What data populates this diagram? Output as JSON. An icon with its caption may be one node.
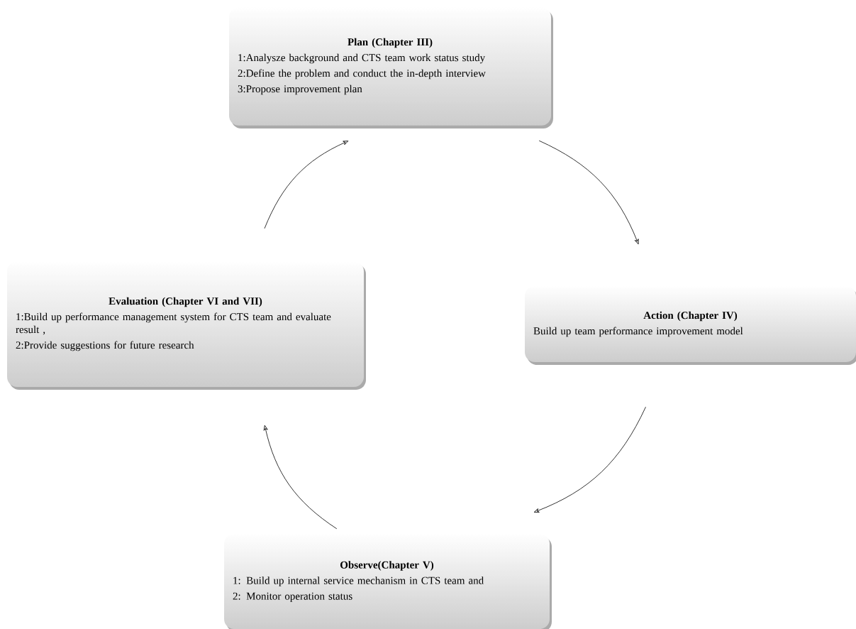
{
  "diagram": {
    "nodes": [
      {
        "text": [
          "Plan (Chapter III)",
          "1:Analysze background and CTS team work status study",
          "2:Define the problem and conduct the in-depth interview",
          "3:Propose improvement plan"
        ]
      },
      {
        "text": [
          "Action (Chapter IV)",
          "Build up team performance improvement model"
        ]
      },
      {
        "text": [
          "Observe(Chapter V)",
          "1: Build up internal service mechanism in CTS team and",
          "2: Monitor operation status"
        ]
      },
      {
        "text": [
          "Evaluation (Chapter VI and VII)",
          "1:Build up performance management system for CTS team and evaluate result ,",
          "2:Provide suggestions for future research"
        ]
      }
    ],
    "edges": [
      {
        "from": 0,
        "to": 1,
        "arrow": "to"
      },
      {
        "from": 1,
        "to": 2,
        "arrow": "to"
      },
      {
        "from": 2,
        "to": 3,
        "arrow": "to"
      },
      {
        "from": 3,
        "to": 0,
        "arrow": "to"
      }
    ]
  }
}
